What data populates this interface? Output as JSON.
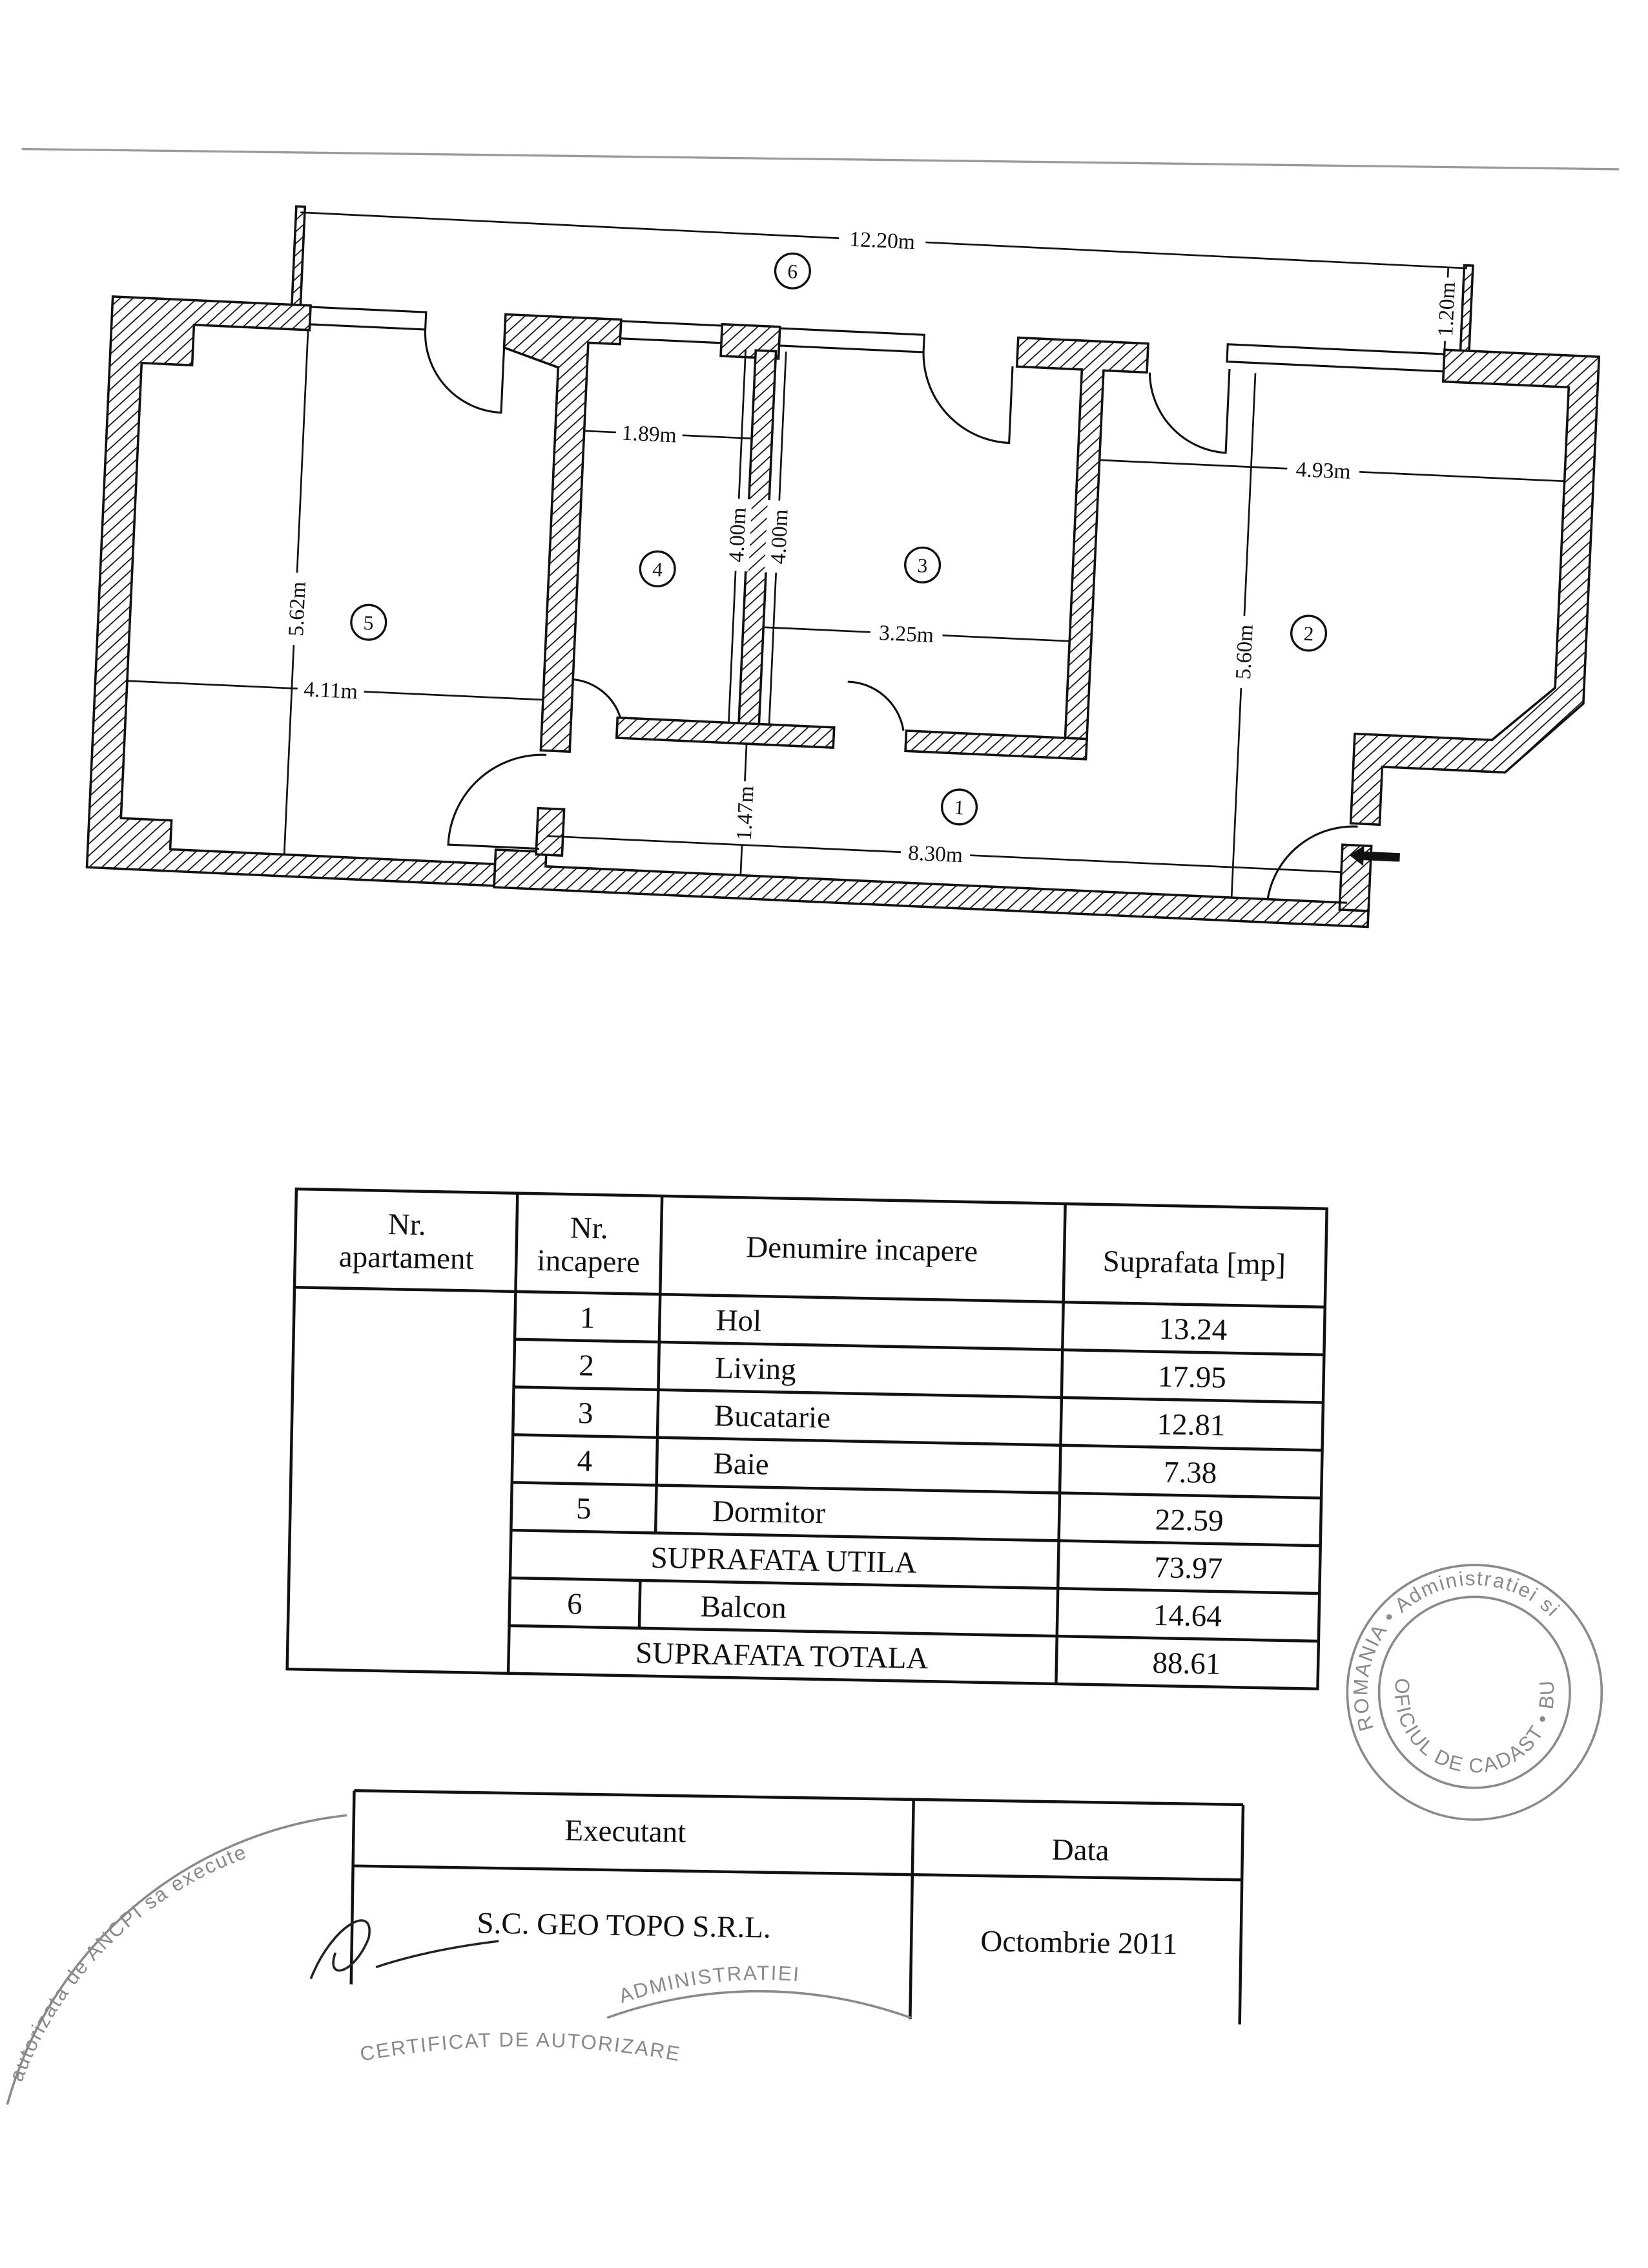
{
  "plan": {
    "rooms": [
      {
        "nr": "1"
      },
      {
        "nr": "2"
      },
      {
        "nr": "3"
      },
      {
        "nr": "4"
      },
      {
        "nr": "5"
      },
      {
        "nr": "6"
      }
    ],
    "dimensions": {
      "balcony_length": "12.20m",
      "balcony_depth": "1.20m",
      "baie_width": "1.89m",
      "baie_length": "4.00m",
      "bucatarie_length": "4.00m",
      "bucatarie_width": "3.25m",
      "living_width": "4.93m",
      "living_length": "5.60m",
      "dormitor_length": "5.62m",
      "dormitor_width": "4.11m",
      "hol_width": "1.47m",
      "hol_length": "8.30m"
    }
  },
  "table": {
    "headers": {
      "apartament": [
        "Nr.",
        "apartament"
      ],
      "incapere": [
        "Nr.",
        "incapere"
      ],
      "denumire": "Denumire incapere",
      "suprafata": "Suprafata [mp]"
    },
    "rows": [
      {
        "nr": "1",
        "name": "Hol",
        "area": "13.24"
      },
      {
        "nr": "2",
        "name": "Living",
        "area": "17.95"
      },
      {
        "nr": "3",
        "name": "Bucatarie",
        "area": "12.81"
      },
      {
        "nr": "4",
        "name": "Baie",
        "area": "7.38"
      },
      {
        "nr": "5",
        "name": "Dormitor",
        "area": "22.59"
      }
    ],
    "utila": {
      "label": "SUPRAFATA UTILA",
      "area": "73.97"
    },
    "balcon": {
      "nr": "6",
      "name": "Balcon",
      "area": "14.64"
    },
    "totala": {
      "label": "SUPRAFATA TOTALA",
      "area": "88.61"
    }
  },
  "signoff": {
    "executant_label": "Executant",
    "data_label": "Data",
    "executant": "S.C. GEO TOPO S.R.L.",
    "date": "Octombrie 2011"
  },
  "stamps": {
    "right_outer": "ROMANIA • Administratiei si",
    "right_inner": "OFICIUL DE CADAST • BU",
    "left_a": "autorizata de ANCPI sa execute",
    "left_b": "ADMINISTRATIEI",
    "left_c": "CERTIFICAT DE AUTORIZARE"
  },
  "colors": {
    "ink": "#111111",
    "stamp": "#8a8a8a",
    "paper": "#ffffff"
  }
}
